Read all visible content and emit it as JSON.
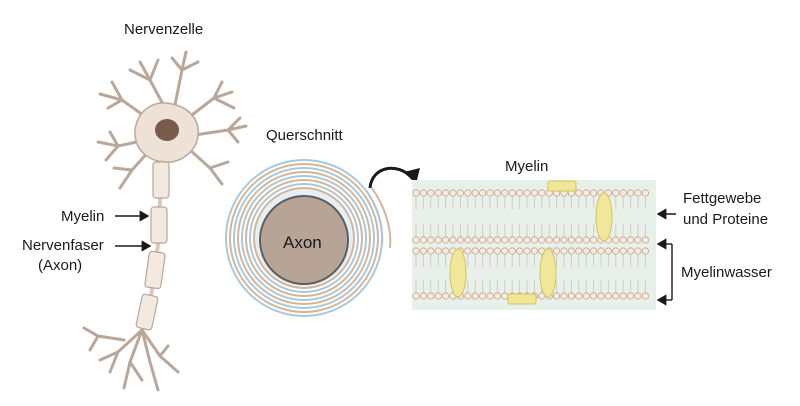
{
  "labels": {
    "nerve_cell": "Nervenzelle",
    "myelin_left": "Myelin",
    "nerve_fiber_line1": "Nervenfaser",
    "nerve_fiber_line2": "(Axon)",
    "cross_section": "Querschnitt",
    "axon": "Axon",
    "myelin_detail": "Myelin",
    "fat_protein_line1": "Fettgewebe",
    "fat_protein_line2": "und Proteine",
    "myelin_water": "Myelinwasser"
  },
  "colors": {
    "neuron_fill": "#eee1d6",
    "neuron_stroke": "#b9a89a",
    "nucleus": "#7a5a48",
    "sheath_fill": "#f3e9df",
    "axon_fill": "#b7a497",
    "axon_stroke": "#5f5f5f",
    "ring_blue": "#a9c8dd",
    "ring_tan": "#d6b597",
    "water_band": "#e7f1ea",
    "lipid_head": "#f6ebdf",
    "lipid_head_stroke": "#c3a58c",
    "protein": "#f1e79a",
    "protein_stroke": "#d2c45f"
  }
}
